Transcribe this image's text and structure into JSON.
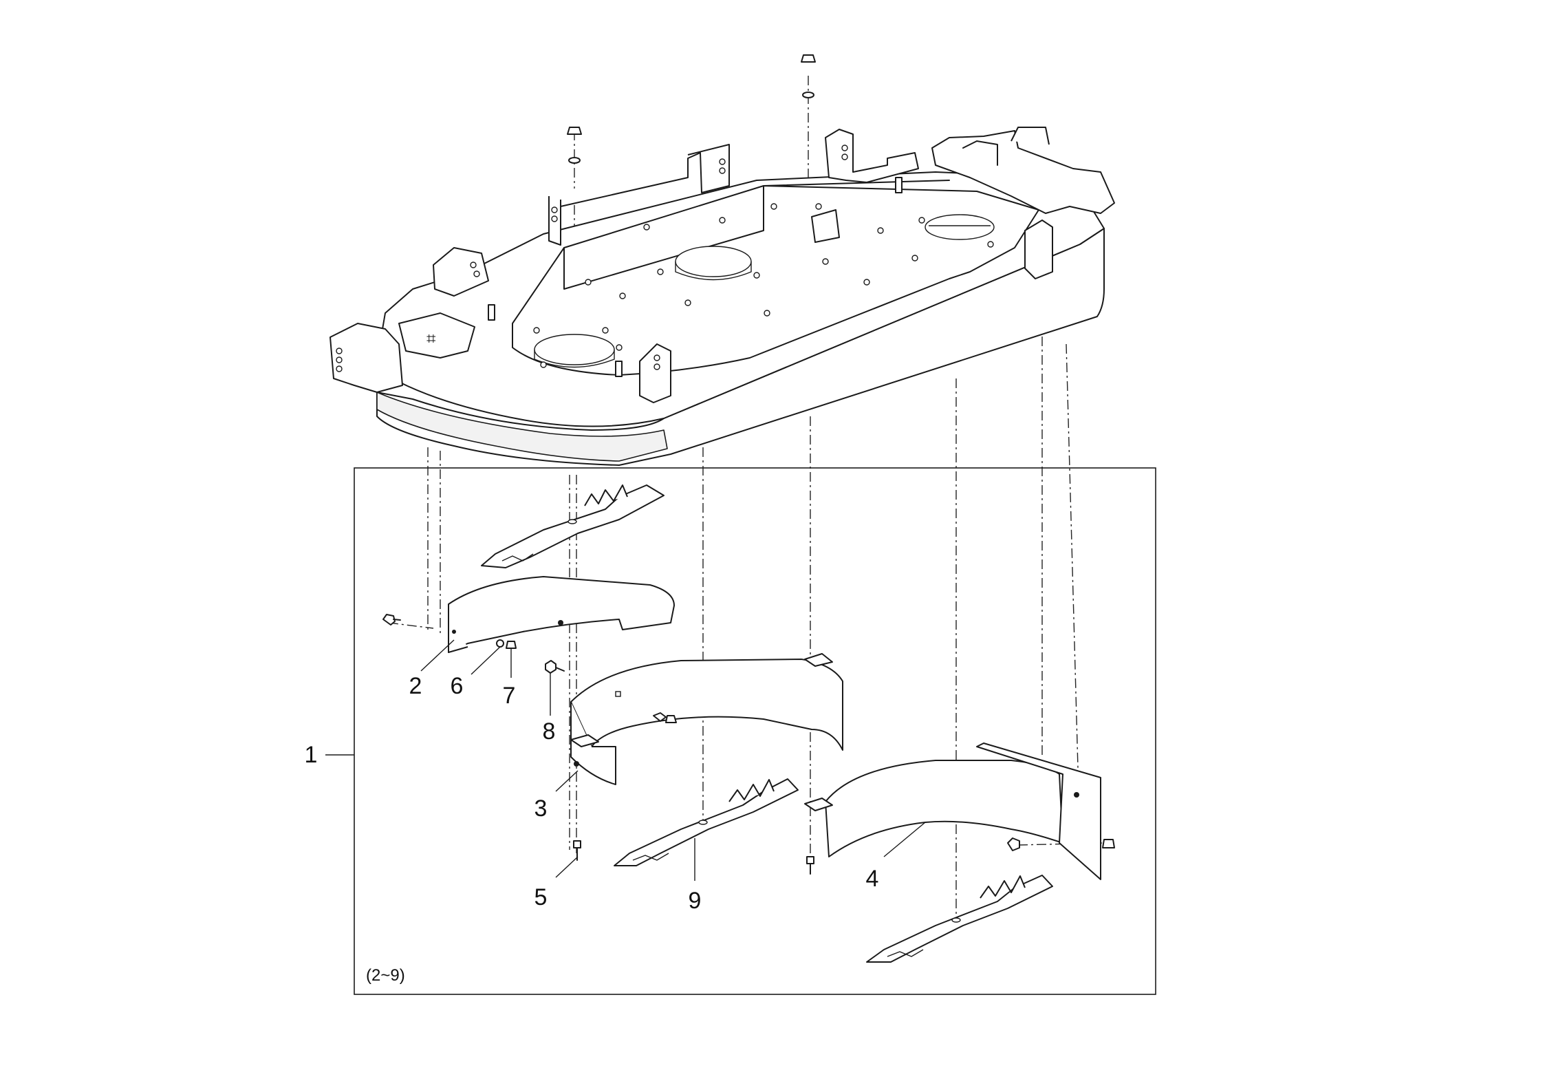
{
  "callouts": [
    {
      "id": "1",
      "label": "1"
    },
    {
      "id": "2",
      "label": "2"
    },
    {
      "id": "3",
      "label": "3"
    },
    {
      "id": "4",
      "label": "4"
    },
    {
      "id": "5",
      "label": "5"
    },
    {
      "id": "6",
      "label": "6"
    },
    {
      "id": "7",
      "label": "7"
    },
    {
      "id": "8",
      "label": "8"
    },
    {
      "id": "9",
      "label": "9"
    }
  ],
  "assembly_note": "(2~9)",
  "colors": {
    "line": "#1a1a1a",
    "background": "#ffffff"
  }
}
